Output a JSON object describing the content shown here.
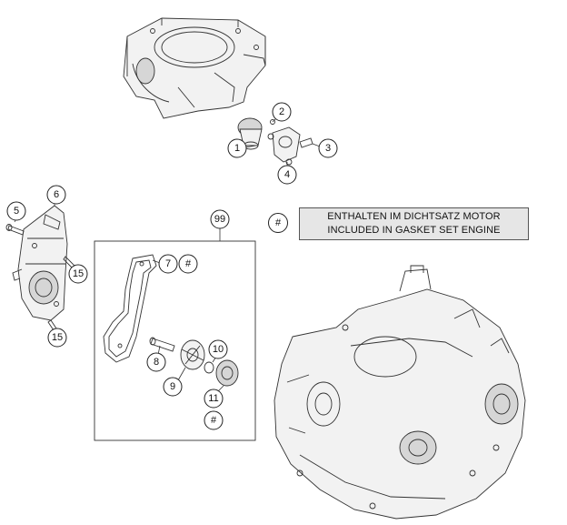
{
  "legend": {
    "marker": "#",
    "line_de": "ENTHALTEN IM DICHTSATZ MOTOR",
    "line_en": "INCLUDED IN GASKET SET ENGINE"
  },
  "callouts": {
    "c1": "1",
    "c2": "2",
    "c3": "3",
    "c4": "4",
    "c5": "5",
    "c6": "6",
    "c7": "7",
    "c7_hash": "#",
    "c8": "8",
    "c9": "9",
    "c10": "10",
    "c11": "11",
    "c11_hash": "#",
    "c15a": "15",
    "c15b": "15",
    "c99": "99"
  },
  "colors": {
    "line": "#333333",
    "legend_fill": "#e6e6e6"
  }
}
